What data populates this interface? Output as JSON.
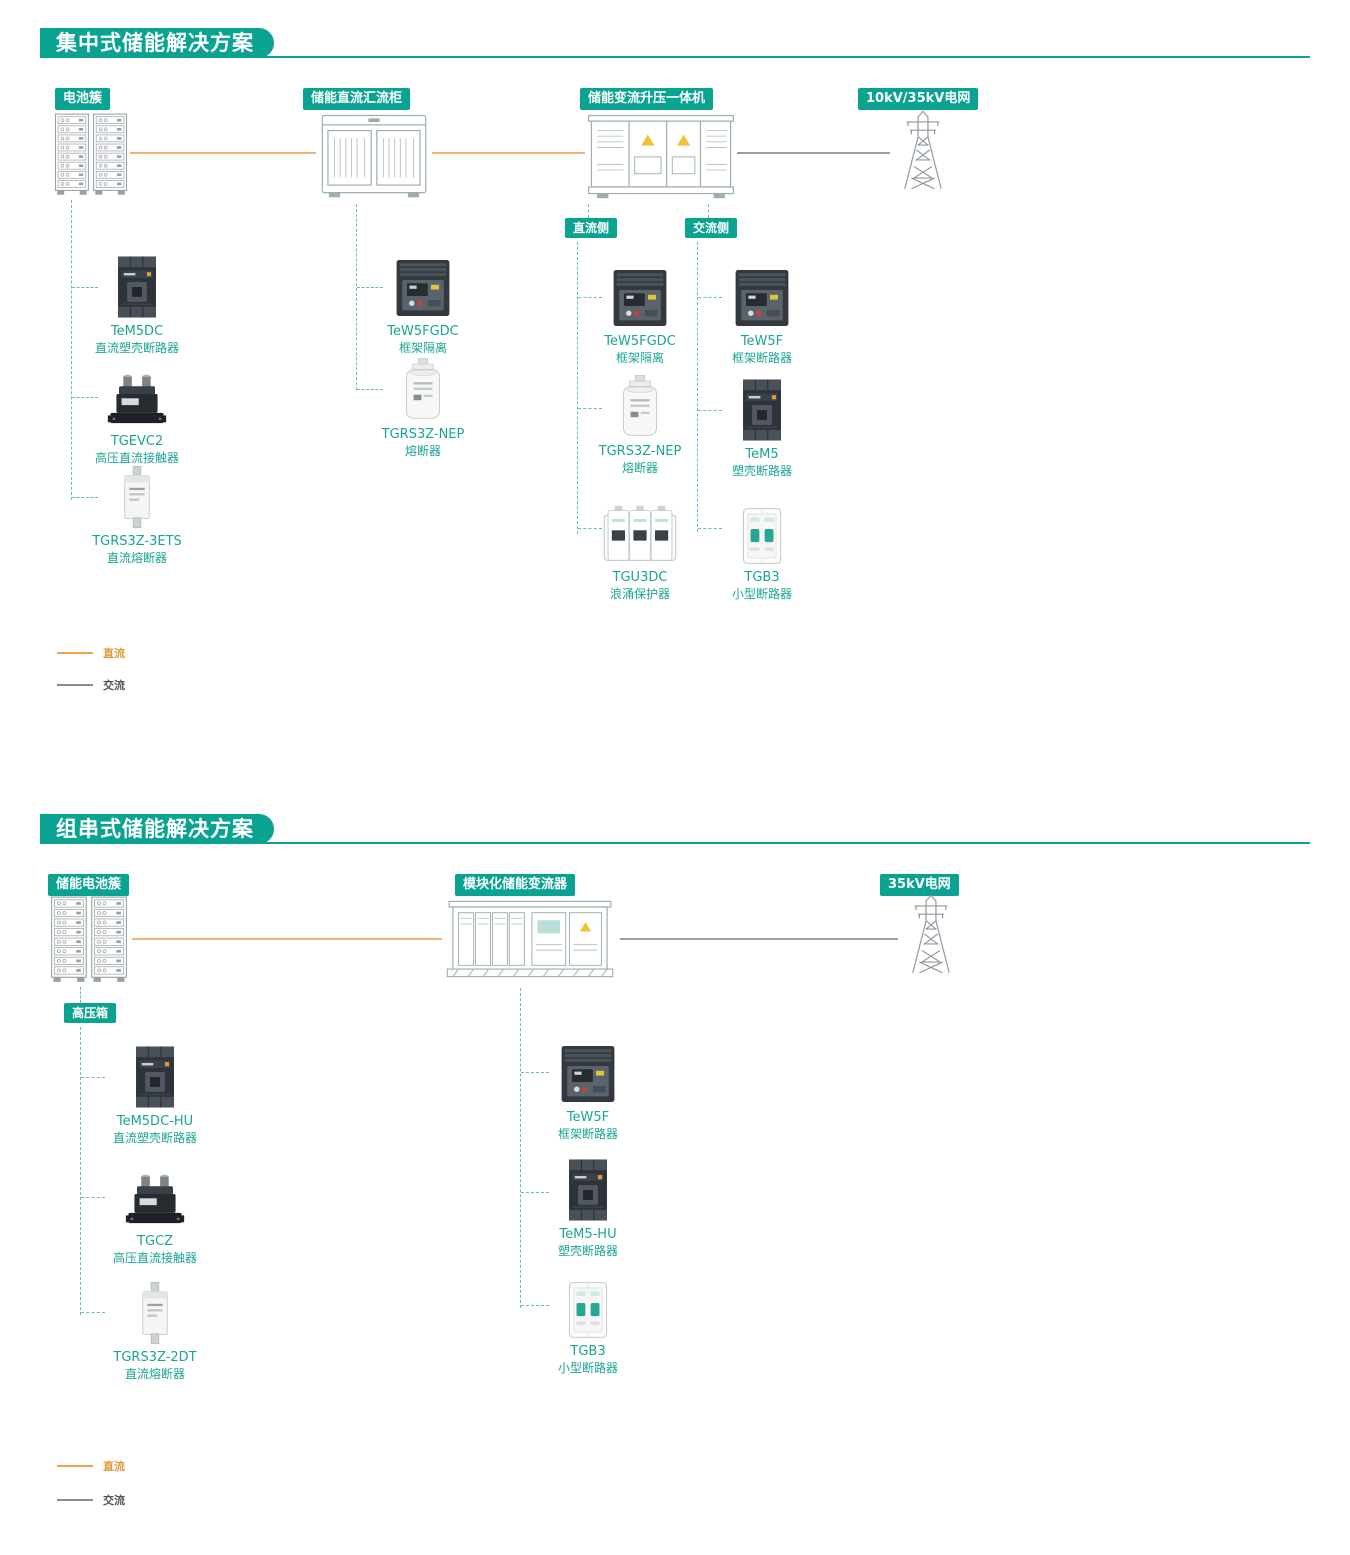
{
  "colors": {
    "accent_teal": "#0aa392",
    "product_text_teal": "#1aa493",
    "dc_line_orange": "#f2b377",
    "ac_line_gray": "#9e9e9e",
    "dashed_connector_teal": "#63bfb0"
  },
  "icons": {
    "battery-rack-icon": "svg #icon-rack",
    "combiner-cabinet-icon": "svg #icon-cabinet",
    "pcs-unit-icon": "svg #icon-pcs",
    "modular-converter-icon": "svg #icon-container",
    "transmission-tower-icon": "svg #icon-tower",
    "mccb-icon": "svg #icon-mccb",
    "acb-icon": "svg #icon-acb",
    "contactor-icon": "svg #icon-contactor",
    "blade-fuse-icon": "svg #icon-fuse-blade",
    "cylinder-fuse-icon": "svg #icon-fuse-cyl",
    "spd-icon": "svg #icon-spd",
    "mcb-icon": "svg #icon-mcb"
  },
  "s1": {
    "title": "集中式储能解决方案",
    "battery_label": "电池簇",
    "combiner_label": "储能直流汇流柜",
    "pcs_label": "储能变流升压一体机",
    "grid_label": "10kV/35kV电网",
    "dc_side_label": "直流侧",
    "ac_side_label": "交流侧",
    "battery_components": [
      {
        "name": "TeM5DC",
        "desc": "直流塑壳断路器"
      },
      {
        "name": "TGEVC2",
        "desc": "高压直流接触器"
      },
      {
        "name": "TGRS3Z-3ETS",
        "desc": "直流熔断器"
      }
    ],
    "combiner_components": [
      {
        "name": "TeW5FGDC",
        "desc": "框架隔离"
      },
      {
        "name": "TGRS3Z-NEP",
        "desc": "熔断器"
      }
    ],
    "dc_components": [
      {
        "name": "TeW5FGDC",
        "desc": "框架隔离"
      },
      {
        "name": "TGRS3Z-NEP",
        "desc": "熔断器"
      },
      {
        "name": "TGU3DC",
        "desc": "浪涌保护器"
      }
    ],
    "ac_components": [
      {
        "name": "TeW5F",
        "desc": "框架断路器"
      },
      {
        "name": "TeM5",
        "desc": "塑壳断路器"
      },
      {
        "name": "TGB3",
        "desc": "小型断路器"
      }
    ],
    "legend_dc": "直流",
    "legend_ac": "交流"
  },
  "s2": {
    "title": "组串式储能解决方案",
    "battery_label": "储能电池簇",
    "pcs_label": "模块化储能变流器",
    "grid_label": "35kV电网",
    "hv_box_label": "高压箱",
    "battery_components": [
      {
        "name": "TeM5DC-HU",
        "desc": "直流塑壳断路器"
      },
      {
        "name": "TGCZ",
        "desc": "高压直流接触器"
      },
      {
        "name": "TGRS3Z-2DT",
        "desc": "直流熔断器"
      }
    ],
    "pcs_components": [
      {
        "name": "TeW5F",
        "desc": "框架断路器"
      },
      {
        "name": "TeM5-HU",
        "desc": "塑壳断路器"
      },
      {
        "name": "TGB3",
        "desc": "小型断路器"
      }
    ],
    "legend_dc": "直流",
    "legend_ac": "交流"
  }
}
